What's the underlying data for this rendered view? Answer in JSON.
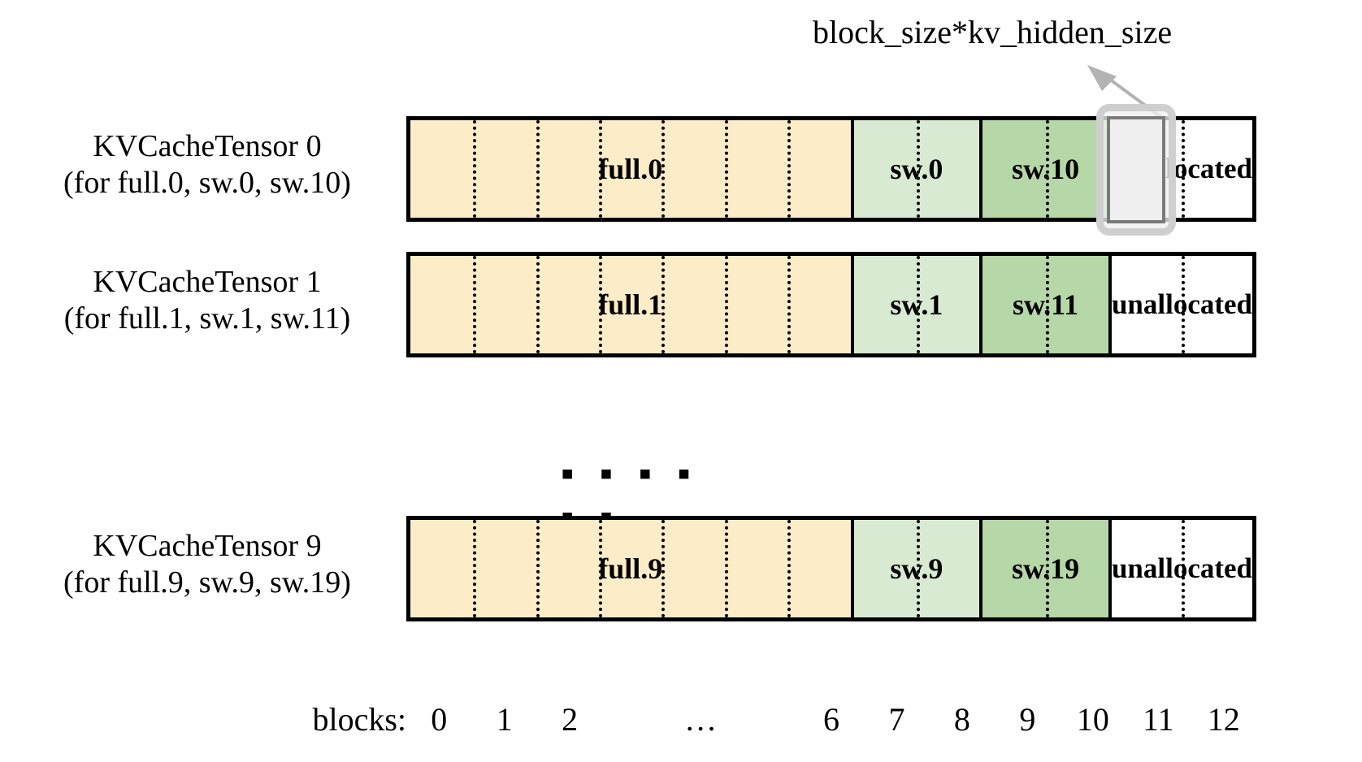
{
  "diagram": {
    "callout": {
      "text": "block_size*kv_hidden_size",
      "arrow_icon": "arrow-up-left-icon"
    },
    "ellipsis": "▪ ▪ ▪ ▪ ▪ ▪",
    "rows": [
      {
        "label_line1": "KVCacheTensor 0",
        "label_line2": "(for full.0, sw.0, sw.10)",
        "segments": [
          {
            "name": "full",
            "label": "full.0",
            "blocks": 7,
            "color": "#fdecc8"
          },
          {
            "name": "sw-light",
            "label": "sw.0",
            "blocks": 2,
            "color": "#d9ead3"
          },
          {
            "name": "sw-dark",
            "label": "sw.10",
            "blocks": 2,
            "color": "#b6d7a8"
          },
          {
            "name": "unallocated",
            "label": "unallocated",
            "blocks": 2,
            "color": "#ffffff"
          }
        ],
        "highlighted_block": 11
      },
      {
        "label_line1": "KVCacheTensor 1",
        "label_line2": "(for full.1, sw.1, sw.11)",
        "segments": [
          {
            "name": "full",
            "label": "full.1",
            "blocks": 7,
            "color": "#fdecc8"
          },
          {
            "name": "sw-light",
            "label": "sw.1",
            "blocks": 2,
            "color": "#d9ead3"
          },
          {
            "name": "sw-dark",
            "label": "sw.11",
            "blocks": 2,
            "color": "#b6d7a8"
          },
          {
            "name": "unallocated",
            "label": "unallocated",
            "blocks": 2,
            "color": "#ffffff"
          }
        ],
        "highlighted_block": null
      },
      {
        "label_line1": "KVCacheTensor 9",
        "label_line2": "(for full.9, sw.9, sw.19)",
        "segments": [
          {
            "name": "full",
            "label": "full.9",
            "blocks": 7,
            "color": "#fdecc8"
          },
          {
            "name": "sw-light",
            "label": "sw.9",
            "blocks": 2,
            "color": "#d9ead3"
          },
          {
            "name": "sw-dark",
            "label": "sw.19",
            "blocks": 2,
            "color": "#b6d7a8"
          },
          {
            "name": "unallocated",
            "label": "unallocated",
            "blocks": 2,
            "color": "#ffffff"
          }
        ],
        "highlighted_block": null
      }
    ],
    "axis": {
      "title": "blocks:",
      "ticks": [
        "0",
        "1",
        "2",
        "…",
        "6",
        "7",
        "8",
        "9",
        "10",
        "11",
        "12"
      ]
    },
    "colors": {
      "full": "#fdecc8",
      "sw_light": "#d9ead3",
      "sw_dark": "#b6d7a8",
      "unallocated": "#ffffff",
      "outline": "#000000",
      "highlight_outer": "#cfcfcf",
      "highlight_inner": "#7a7a7a",
      "arrow": "#b3b3b3"
    }
  }
}
